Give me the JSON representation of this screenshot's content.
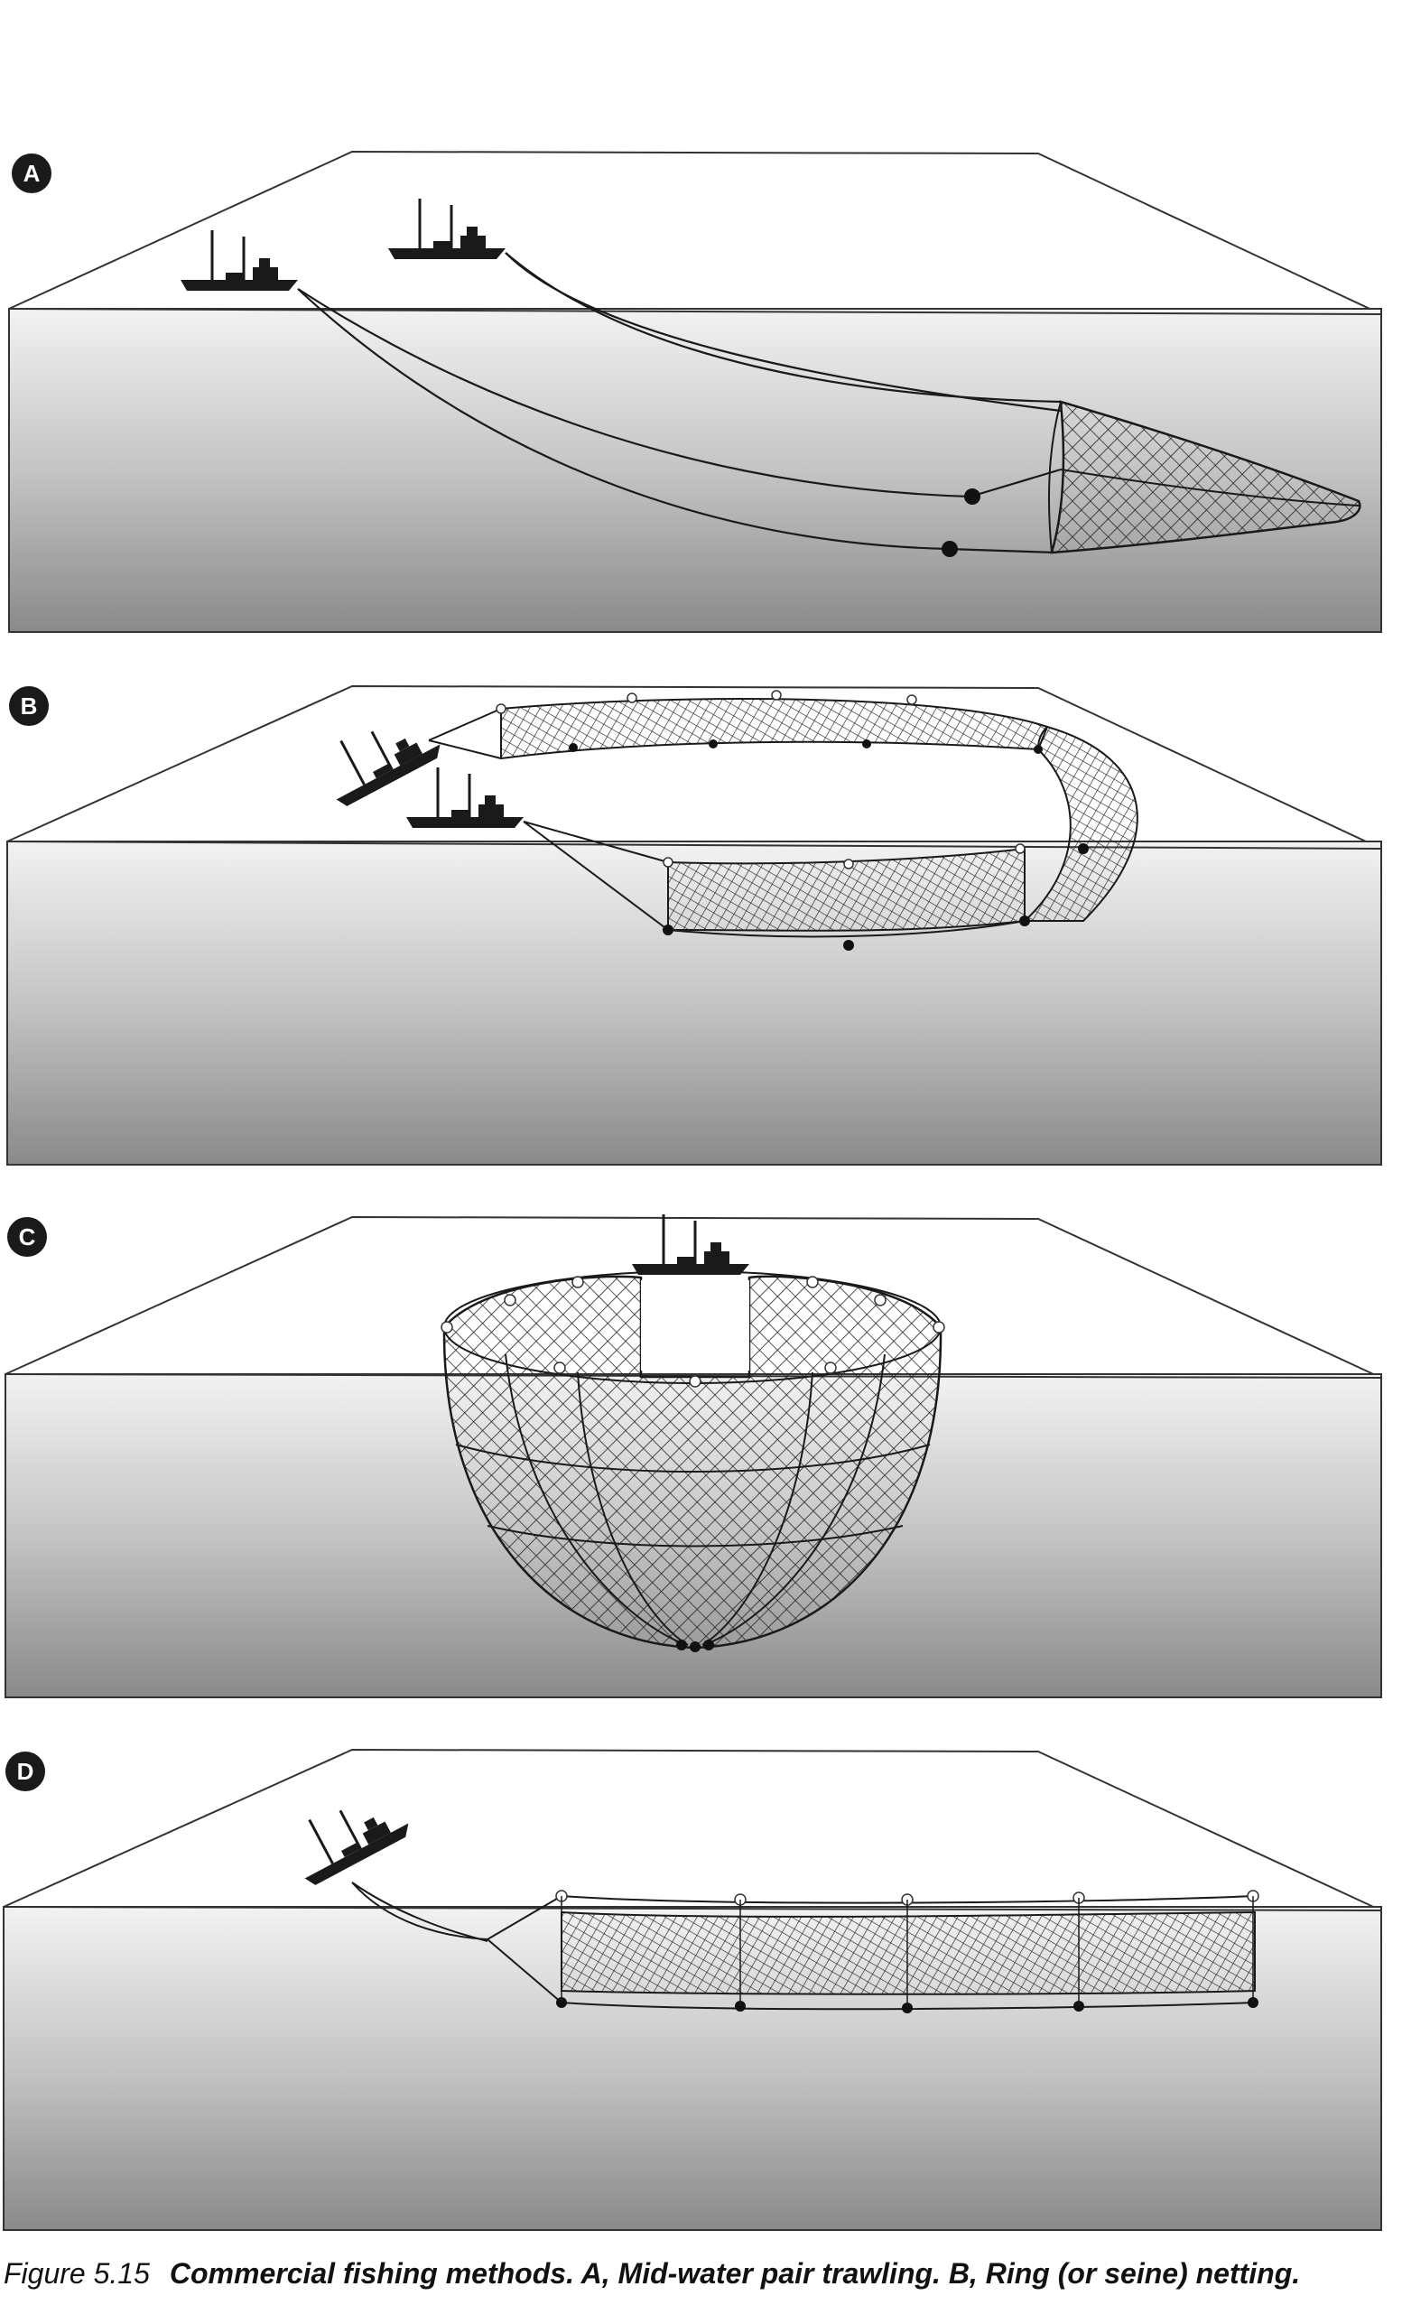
{
  "panels": [
    {
      "letter": "A",
      "method": "pair-trawl"
    },
    {
      "letter": "B",
      "method": "ring-net"
    },
    {
      "letter": "C",
      "method": "purse-net"
    },
    {
      "letter": "D",
      "method": "drift-net"
    }
  ],
  "caption": {
    "figure_number": "Figure 5.15",
    "text": "Commercial fishing methods. A, Mid-water pair trawling. B, Ring (or seine) netting."
  },
  "colors": {
    "ink": "#1a1a1a",
    "water_top": "#f2f2f2",
    "water_bottom": "#8a8a8a",
    "sky": "#ffffff"
  }
}
